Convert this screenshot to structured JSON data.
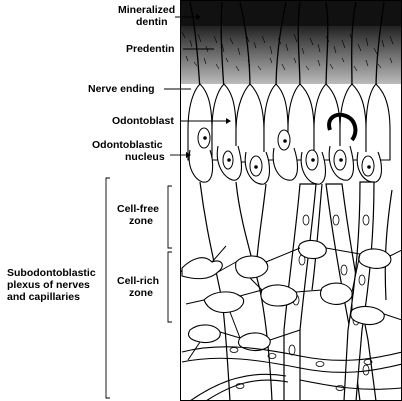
{
  "figure": {
    "labels": {
      "mineralized_dentin": [
        "Mineralized",
        "dentin"
      ],
      "predentin": "Predentin",
      "nerve_ending": "Nerve ending",
      "odontoblast": "Odontoblast",
      "odontoblastic_nucleus": [
        "Odontoblastic",
        "nucleus"
      ],
      "cell_free_zone": [
        "Cell-free",
        "zone"
      ],
      "cell_rich_zone": [
        "Cell-rich",
        "zone"
      ],
      "subodontoblastic_plexus": [
        "Subodontoblastic",
        "plexus of nerves",
        "and capillaries"
      ]
    }
  }
}
